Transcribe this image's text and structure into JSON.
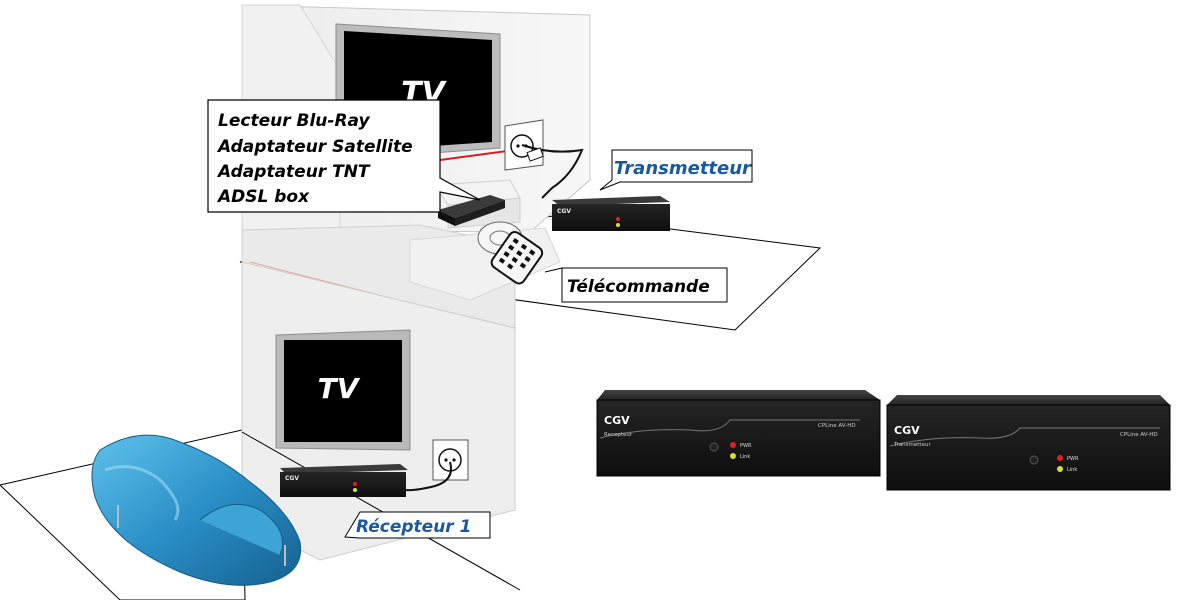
{
  "diagram": {
    "tv_label": "TV",
    "sources_box": {
      "lines": [
        "Lecteur Blu-Ray",
        "Adaptateur Satellite",
        "Adaptateur TNT",
        "ADSL box"
      ]
    },
    "transmitter_label": "Transmetteur",
    "remote_label": "Télécommande",
    "receiver_label": "Récepteur 1"
  },
  "devices": {
    "brand": "CGV",
    "model": "CPLine AV-HD",
    "receiver_name": "Recepteur",
    "transmitter_name": "Transmetteur",
    "led_pwr": "PWR",
    "led_link": "Link"
  },
  "colors": {
    "label_blue": "#1a5a9c",
    "device_body": "#1b1b1b",
    "sofa_blue": "#2b8fc8",
    "cable_red": "#d42020",
    "led_red": "#e02020",
    "led_green": "#d8e030"
  }
}
